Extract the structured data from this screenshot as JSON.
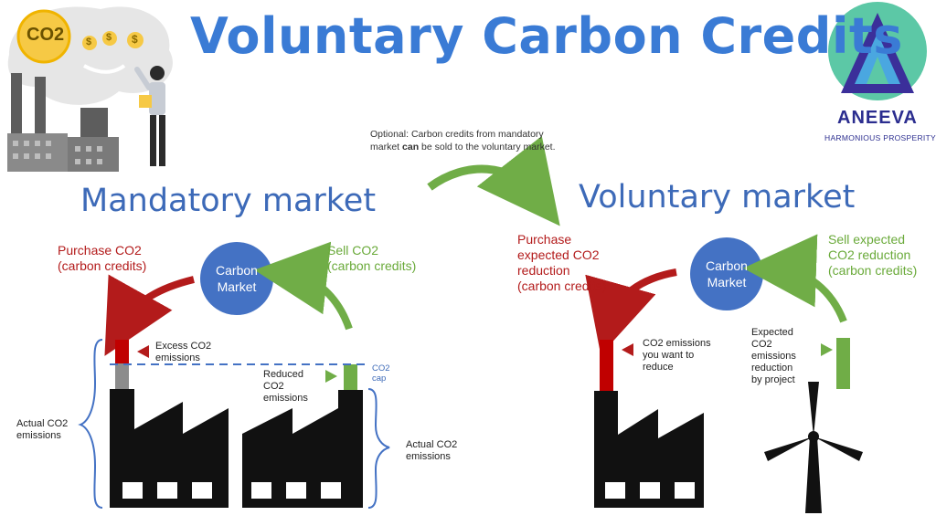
{
  "title": "Voluntary Carbon Credits",
  "header_illustration": {
    "co2_label": "CO2",
    "coin_symbol": "$"
  },
  "brand": {
    "name": "ANEEVA",
    "tagline": "HARMONIOUS PROSPERITY"
  },
  "optional_note": {
    "line1": "Optional: Carbon credits from mandatory",
    "line2_before": "market ",
    "line2_bold": "can",
    "line2_after": " be sold to the voluntary market."
  },
  "mandatory": {
    "title": "Mandatory market",
    "market_label": "Carbon Market",
    "purchase": {
      "line1": "Purchase CO2",
      "line2": "(carbon credits)"
    },
    "sell": {
      "line1": "Sell CO2",
      "line2": "(carbon credits)"
    },
    "excess": {
      "line1": "Excess CO2",
      "line2": "emissions"
    },
    "reduced": {
      "line1": "Reduced",
      "line2": "CO2",
      "line3": "emissions"
    },
    "cap": {
      "line1": "CO2",
      "line2": "cap"
    },
    "actual_left": {
      "line1": "Actual CO2",
      "line2": "emissions"
    },
    "actual_right": {
      "line1": "Actual CO2",
      "line2": "emissions"
    }
  },
  "voluntary": {
    "title": "Voluntary market",
    "market_label": "Carbon Market",
    "purchase": {
      "line1": "Purchase",
      "line2": "expected CO2",
      "line3": "reduction",
      "line4": "(carbon credits)"
    },
    "sell": {
      "line1": "Sell expected",
      "line2": "CO2 reduction",
      "line3": "(carbon credits)"
    },
    "want_reduce": {
      "line1": "CO2 emissions",
      "line2": "you want to",
      "line3": "reduce"
    },
    "expected": {
      "line1": "Expected",
      "line2": "CO2",
      "line3": "emissions",
      "line4": "reduction",
      "line5": "by project"
    }
  },
  "colors": {
    "title_blue": "#3a7bd5",
    "market_circle": "#4472c4",
    "purchase_red": "#b31b1b",
    "sell_green": "#70ad47",
    "factory_black": "#111111"
  }
}
